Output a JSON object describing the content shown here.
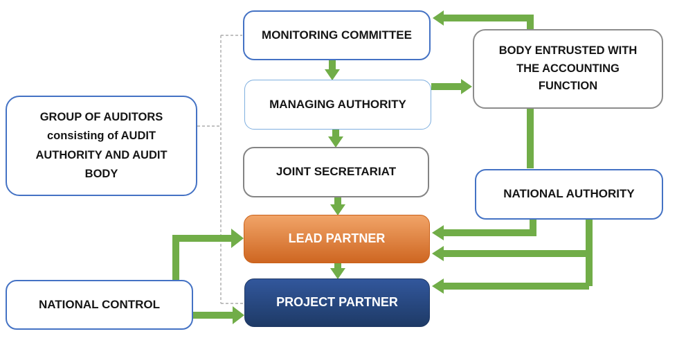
{
  "diagram": {
    "nodes": {
      "monitoring_committee": {
        "label": "MONITORING COMMITTEE",
        "style": "blue-outline"
      },
      "managing_authority": {
        "label": "MANAGING AUTHORITY",
        "style": "light-blue-outline"
      },
      "joint_secretariat": {
        "label": "JOINT SECRETARIAT",
        "style": "gray-outline"
      },
      "body_accounting_function": {
        "label": "BODY ENTRUSTED WITH\nTHE ACCOUNTING\nFUNCTION",
        "style": "gray-outline"
      },
      "national_authority": {
        "label": "NATIONAL AUTHORITY",
        "style": "blue-outline"
      },
      "group_of_auditors": {
        "label": "GROUP OF AUDITORS\nconsisting of AUDIT\nAUTHORITY AND AUDIT\nBODY",
        "style": "blue-outline"
      },
      "national_control": {
        "label": "NATIONAL CONTROL",
        "style": "blue-outline"
      },
      "lead_partner": {
        "label": "LEAD PARTNER",
        "style": "orange-fill"
      },
      "project_partner": {
        "label": "PROJECT PARTNER",
        "style": "dark-blue-fill"
      }
    },
    "edges": [
      {
        "from": "monitoring_committee",
        "to": "managing_authority",
        "type": "green-arrow"
      },
      {
        "from": "managing_authority",
        "to": "joint_secretariat",
        "type": "green-arrow"
      },
      {
        "from": "joint_secretariat",
        "to": "lead_partner",
        "type": "green-arrow"
      },
      {
        "from": "lead_partner",
        "to": "project_partner",
        "type": "green-arrow"
      },
      {
        "from": "managing_authority",
        "to": "body_accounting_function",
        "type": "green-arrow"
      },
      {
        "from": "body_accounting_function",
        "to": "monitoring_committee",
        "type": "green-arrow"
      },
      {
        "from": "body_accounting_function",
        "to": "national_authority",
        "type": "green-line"
      },
      {
        "from": "national_authority",
        "to": "lead_partner",
        "type": "green-arrow"
      },
      {
        "from": "national_authority",
        "to": "lead_partner",
        "type": "green-arrow"
      },
      {
        "from": "national_authority",
        "to": "project_partner",
        "type": "green-arrow"
      },
      {
        "from": "national_control",
        "to": "lead_partner",
        "type": "green-arrow"
      },
      {
        "from": "national_control",
        "to": "project_partner",
        "type": "green-arrow"
      },
      {
        "from": "group_of_auditors",
        "to": "monitoring_committee",
        "type": "dashed-line"
      },
      {
        "from": "group_of_auditors",
        "to": "project_partner",
        "type": "dashed-line"
      }
    ],
    "colors": {
      "arrow_green": "#71AD48",
      "outline_blue": "#4472C4",
      "outline_light_blue": "#7FAFDF",
      "outline_gray": "#8C8C8C",
      "lead_partner_gradient_top": "#F1A468",
      "lead_partner_gradient_bottom": "#CE6621",
      "project_partner_gradient_top": "#32579C",
      "project_partner_gradient_bottom": "#1E3A66",
      "dashed_line_gray": "#ABABAB",
      "background": "#FFFFFF"
    }
  }
}
